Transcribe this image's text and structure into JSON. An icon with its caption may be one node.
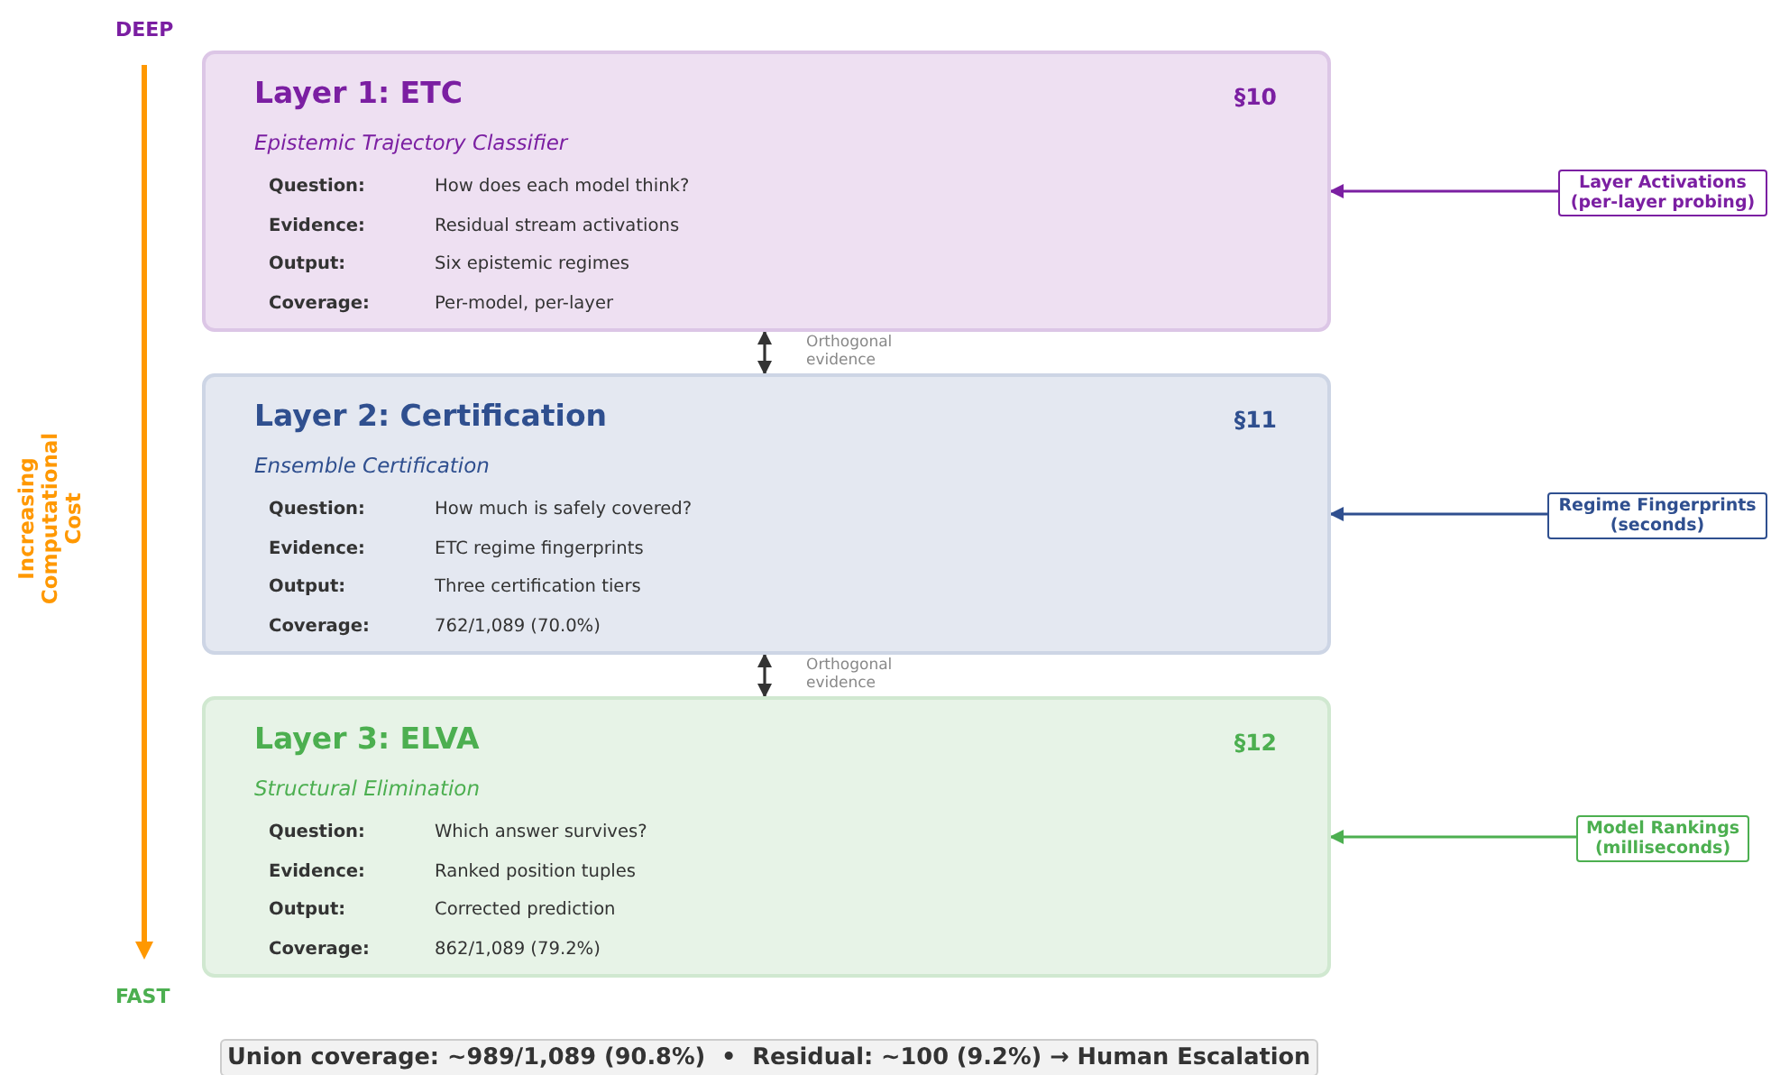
{
  "diagram": {
    "nodes": [
      {
        "text": [
          "Layer 1: ETC",
          "§10",
          "Epistemic Trajectory Classifier",
          "Question:",
          "How does each model think?",
          "Evidence:",
          "Residual stream activations",
          "Output:",
          "Six epistemic regimes",
          "Coverage:",
          "Per-model, per-layer"
        ]
      },
      {
        "text": [
          "Layer 2: Certification",
          "§11",
          "Ensemble Certification",
          "Question:",
          "How much is safely covered?",
          "Evidence:",
          "ETC regime fingerprints",
          "Output:",
          "Three certification tiers",
          "Coverage:",
          "762/1,089 (70.0%)"
        ]
      },
      {
        "text": [
          "Layer 3: ELVA",
          "§12",
          "Structural Elimination",
          "Question:",
          "Which answer survives?",
          "Evidence:",
          "Ranked position tuples",
          "Output:",
          "Corrected prediction",
          "Coverage:",
          "862/1,089 (79.2%)"
        ]
      },
      {
        "text": [
          "Layer Activations (per-layer probing)"
        ]
      },
      {
        "text": [
          "Regime Fingerprints (seconds)"
        ]
      },
      {
        "text": [
          "Model Rankings (milliseconds)"
        ]
      },
      {
        "text": [
          "Union coverage: ~989/1,089 (90.8%)  •  Residual: ~100 (9.2%) → Human Escalation"
        ]
      }
    ],
    "edges": [
      {
        "from": 3,
        "to": 0,
        "arrow": "to",
        "color": "#7b1fa2"
      },
      {
        "from": 4,
        "to": 1,
        "arrow": "to",
        "color": "#2f4f8f"
      },
      {
        "from": 5,
        "to": 2,
        "arrow": "to",
        "color": "#4caf50"
      },
      {
        "from": 0,
        "to": 1,
        "arrow": "both",
        "label": "Orthogonal evidence"
      },
      {
        "from": 1,
        "to": 2,
        "arrow": "both",
        "label": "Orthogonal evidence"
      }
    ],
    "labels": [
      "DEEP",
      "Increasing Computational Cost",
      "FAST"
    ]
  }
}
